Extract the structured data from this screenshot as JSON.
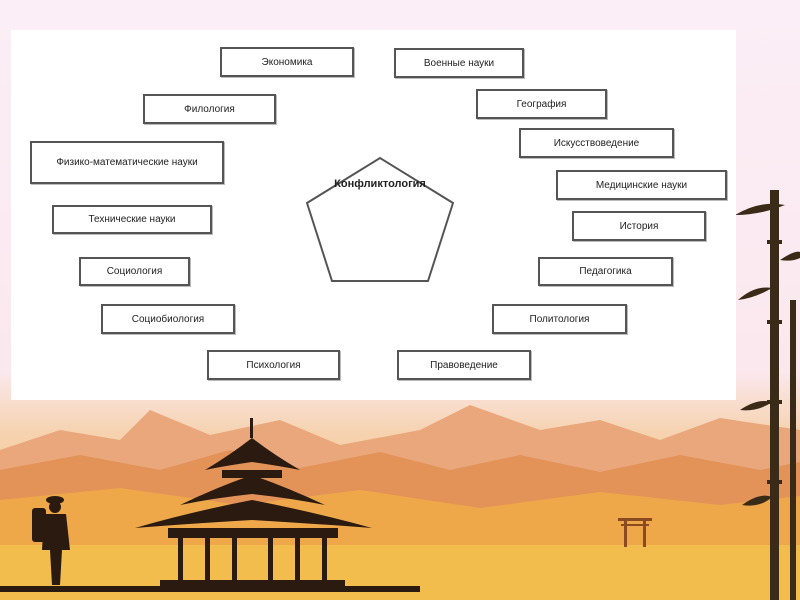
{
  "diagram": {
    "center": "Конфликтология",
    "nodes": [
      {
        "id": "economics",
        "label": "Экономика"
      },
      {
        "id": "military",
        "label": "Военные науки"
      },
      {
        "id": "philology",
        "label": "Филология"
      },
      {
        "id": "geography",
        "label": "География"
      },
      {
        "id": "art-studies",
        "label": "Искусствоведение"
      },
      {
        "id": "physmath",
        "label": "Физико-математические науки"
      },
      {
        "id": "medical",
        "label": "Медицинские науки"
      },
      {
        "id": "technical",
        "label": "Технические науки"
      },
      {
        "id": "history",
        "label": "История"
      },
      {
        "id": "sociology",
        "label": "Социология"
      },
      {
        "id": "pedagogy",
        "label": "Педагогика"
      },
      {
        "id": "sociobiology",
        "label": "Социобиология"
      },
      {
        "id": "politology",
        "label": "Политология"
      },
      {
        "id": "psychology",
        "label": "Психология"
      },
      {
        "id": "law",
        "label": "Правоведение"
      }
    ]
  },
  "colors": {
    "page_background": "#fbeef6",
    "panel_background": "#ffffff",
    "box_border": "#555555",
    "sky": "#f7c98a",
    "mountains_far": "#e8a070",
    "mountains_near": "#d98a4e",
    "ground": "#f0b84a",
    "silhouette": "#2a1a10"
  }
}
